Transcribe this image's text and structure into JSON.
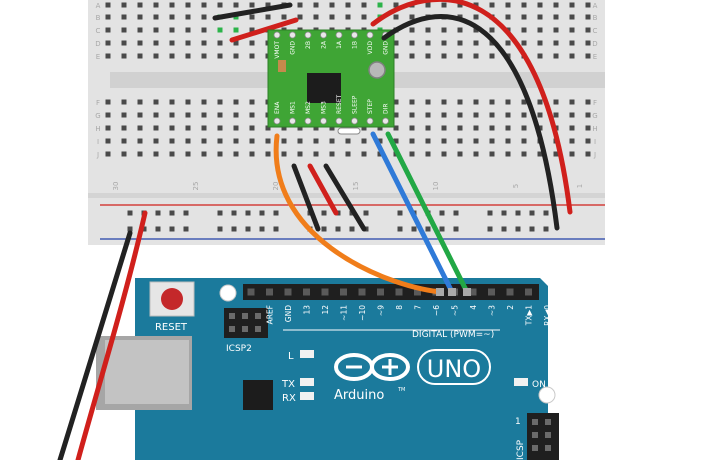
{
  "breadboard": {
    "rows_top": [
      "E",
      "D",
      "C",
      "B",
      "A"
    ],
    "rows_bottom": [
      "F",
      "G",
      "H",
      "I",
      "J"
    ],
    "col_numbers": [
      "30",
      "25",
      "20",
      "15",
      "10",
      "5",
      "1"
    ],
    "color": "#e3e3e3",
    "hole_color": "#4a4a4a",
    "hole_active_color": "#2cb34a"
  },
  "driver": {
    "pins_top": [
      "VMOT",
      "GND",
      "2B",
      "2A",
      "1A",
      "1B",
      "VDD",
      "GND"
    ],
    "pins_bottom": [
      "ENA",
      "MS1",
      "MS2",
      "MS3",
      "RESET",
      "SLEEP",
      "STEP",
      "DIR"
    ],
    "board_color": "#3fa535"
  },
  "arduino": {
    "board_color": "#1b7a9c",
    "reset_label": "RESET",
    "icsp2_label": "ICSP2",
    "icsp_label": "ICSP",
    "icsp_pin": "1",
    "header_labels": [
      "AREF",
      "GND",
      "13",
      "12",
      "~11",
      "~10",
      "~9",
      "8",
      "7",
      "~6",
      "~5",
      "4",
      "~3",
      "2",
      "TX▶1",
      "RX◀0"
    ],
    "digital_label": "DIGITAL (PWM=~)",
    "led_l": "L",
    "led_tx": "TX",
    "led_rx": "RX",
    "on_label": "ON",
    "logo_text": "Arduino",
    "tm": "TM",
    "uno_label": "UNO"
  },
  "wires": [
    {
      "name": "top-black-wire",
      "color": "#222222"
    },
    {
      "name": "top-red-wire",
      "color": "#d0201c"
    },
    {
      "name": "orange-wire",
      "color": "#f07d1a"
    },
    {
      "name": "blue-wire",
      "color": "#2f7ad8"
    },
    {
      "name": "green-wire",
      "color": "#22a845"
    }
  ]
}
